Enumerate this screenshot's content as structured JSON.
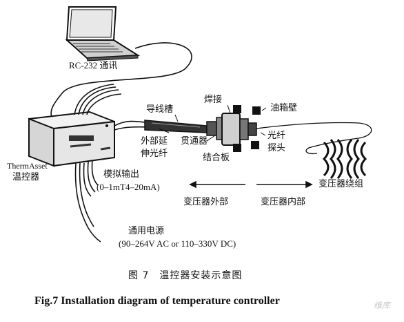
{
  "labels": {
    "rs232": "RC-232 通讯",
    "wire_duct": "导线槽",
    "weld": "焊接",
    "tank_wall": "油箱壁",
    "outer_ext_1": "外部延",
    "outer_ext_2": "伸光纤",
    "feedthrough": "贯通器",
    "probe_1": "光纤",
    "probe_2": "探头",
    "bonding_plate": "结合板",
    "brand": "ThermAsset",
    "controller": "温控器",
    "analog_out": "模拟输出",
    "analog_range": "(0–1mT4–20mA)",
    "winding": "变压器绕组",
    "outside": "变压器外部",
    "inside": "变压器内部",
    "power": "通用电源",
    "power_range": "(90–264V AC or 110–330V DC)"
  },
  "caption": {
    "cn": "图 7　温控器安装示意图",
    "en": "Fig.7   Installation diagram of temperature controller"
  },
  "watermark": "维库"
}
